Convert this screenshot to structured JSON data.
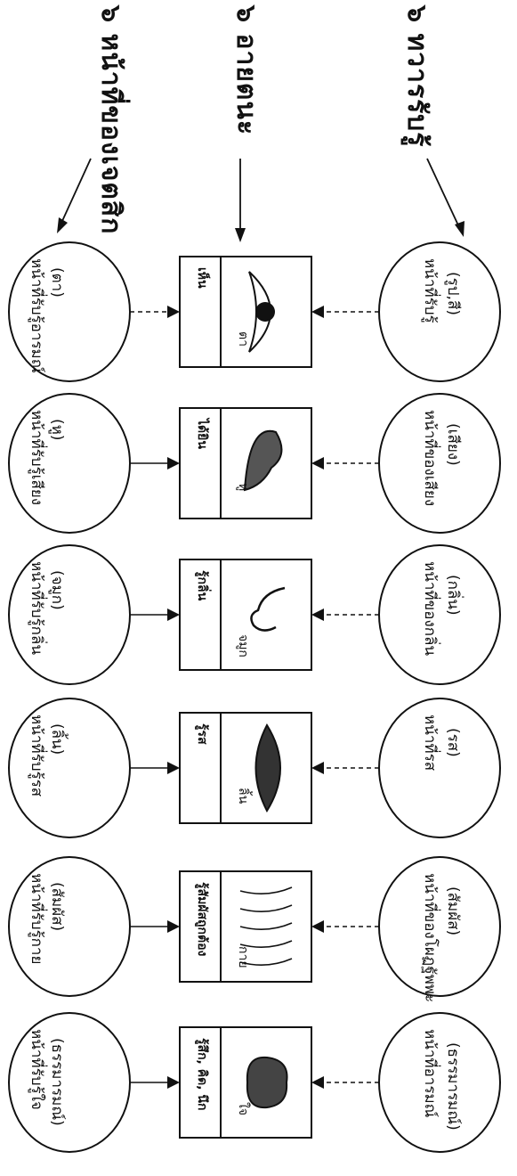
{
  "headers": {
    "left": "๖ หน้าที่ของเจตสิก",
    "middle": "๖ อายตนะ",
    "right": "๖ ทวารรับรู้"
  },
  "columns": [
    {
      "left_circle": [
        "(ตา)",
        "หน้าที่รับรู้อารมณ์"
      ],
      "box_top": "เห็น",
      "box_bottom": "ตา",
      "right_circle": [
        "(รูป,สี)",
        "หน้าที่รับรู้"
      ],
      "icon": "eye-icon"
    },
    {
      "left_circle": [
        "(หู)",
        "หน้าที่รับรู้เสียง"
      ],
      "box_top": "ได้ยิน",
      "box_bottom": "หู",
      "right_circle": [
        "(เสียง)",
        "หน้าที่ของเสียง"
      ],
      "icon": "ear-icon"
    },
    {
      "left_circle": [
        "(จมูก)",
        "หน้าที่รับรู้กลิ่น"
      ],
      "box_top": "รู้กลิ่น",
      "box_bottom": "จมูก",
      "right_circle": [
        "(กลิ่น)",
        "หน้าที่ของกลิ่น"
      ],
      "icon": "nose-icon"
    },
    {
      "left_circle": [
        "(ลิ้น)",
        "หน้าที่รับรู้รส"
      ],
      "box_top": "รู้รส",
      "box_bottom": "ลิ้น",
      "right_circle": [
        "(รส)",
        "หน้าที่รส"
      ],
      "icon": "lips-icon"
    },
    {
      "left_circle": [
        "(สัมผัส)",
        "หน้าที่รับรู้กาย"
      ],
      "box_top": "รู้สัมผัสถูกต้อง",
      "box_bottom": "กาย",
      "right_circle": [
        "(สัมผัส)",
        "หน้าที่ของโผฏฐัพพะ"
      ],
      "icon": "hands-icon"
    },
    {
      "left_circle": [
        "(ธรรมารมณ์)",
        "หน้าที่รับรู้ใจ"
      ],
      "box_top": "รู้สึก, คิด, นึก",
      "box_bottom": "ใจ",
      "right_circle": [
        "(ธรรมารมณ์)",
        "หน้าที่อารมณ์"
      ],
      "icon": "heart-icon"
    }
  ]
}
